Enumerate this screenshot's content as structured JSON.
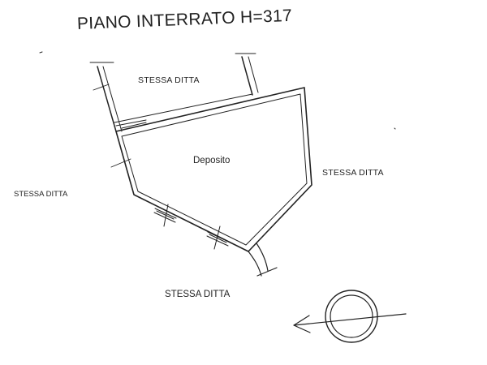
{
  "title": "PIANO INTERRATO H=317",
  "labels": {
    "top": "STESSA DITTA",
    "right": "STESSA DITTA",
    "left": "STESSA DITTA",
    "bottom": "STESSA DITTA",
    "room": "Deposito"
  },
  "symbols": {
    "orientation": "north-arrow-icon"
  },
  "colors": {
    "ink": "#222222",
    "background": "#ffffff"
  }
}
